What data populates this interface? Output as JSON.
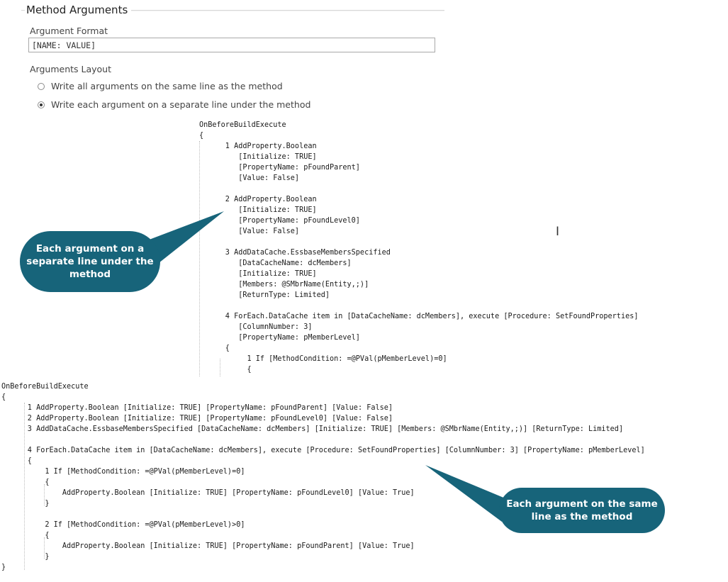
{
  "group": {
    "title": "Method Arguments"
  },
  "format": {
    "label": "Argument Format",
    "value": "[NAME: VALUE]"
  },
  "layout": {
    "label": "Arguments Layout",
    "options": [
      {
        "label": "Write all arguments on the same line as the method",
        "selected": false
      },
      {
        "label": "Write each argument on a separate line under the method",
        "selected": true
      }
    ]
  },
  "preview_separate": {
    "lines": [
      "OnBeforeBuildExecute",
      "{",
      "      1 AddProperty.Boolean",
      "         [Initialize: TRUE]",
      "         [PropertyName: pFoundParent]",
      "         [Value: False]",
      "",
      "      2 AddProperty.Boolean",
      "         [Initialize: TRUE]",
      "         [PropertyName: pFoundLevel0]",
      "         [Value: False]",
      "",
      "      3 AddDataCache.EssbaseMembersSpecified",
      "         [DataCacheName: dcMembers]",
      "         [Initialize: TRUE]",
      "         [Members: @SMbrName(Entity,;)]",
      "         [ReturnType: Limited]",
      "",
      "      4 ForEach.DataCache item in [DataCacheName: dcMembers], execute [Procedure: SetFoundProperties]",
      "         [ColumnNumber: 3]",
      "         [PropertyName: pMemberLevel]",
      "      {",
      "           1 If [MethodCondition: =@PVal(pMemberLevel)=0]",
      "           {"
    ]
  },
  "preview_same_line": {
    "lines": [
      "OnBeforeBuildExecute",
      "{",
      "      1 AddProperty.Boolean [Initialize: TRUE] [PropertyName: pFoundParent] [Value: False]",
      "      2 AddProperty.Boolean [Initialize: TRUE] [PropertyName: pFoundLevel0] [Value: False]",
      "      3 AddDataCache.EssbaseMembersSpecified [DataCacheName: dcMembers] [Initialize: TRUE] [Members: @SMbrName(Entity,;)] [ReturnType: Limited]",
      "",
      "      4 ForEach.DataCache item in [DataCacheName: dcMembers], execute [Procedure: SetFoundProperties] [ColumnNumber: 3] [PropertyName: pMemberLevel]",
      "      {",
      "          1 If [MethodCondition: =@PVal(pMemberLevel)=0]",
      "          {",
      "              AddProperty.Boolean [Initialize: TRUE] [PropertyName: pFoundLevel0] [Value: True]",
      "          }",
      "",
      "          2 If [MethodCondition: =@PVal(pMemberLevel)>0]",
      "          {",
      "              AddProperty.Boolean [Initialize: TRUE] [PropertyName: pFoundParent] [Value: True]",
      "          }",
      "}"
    ]
  },
  "callouts": {
    "separate": "Each argument on a separate line under the method",
    "same_line": "Each argument on the same line as the method"
  },
  "colors": {
    "callout": "#17647a"
  },
  "cursor_icon": "text-cursor-icon"
}
